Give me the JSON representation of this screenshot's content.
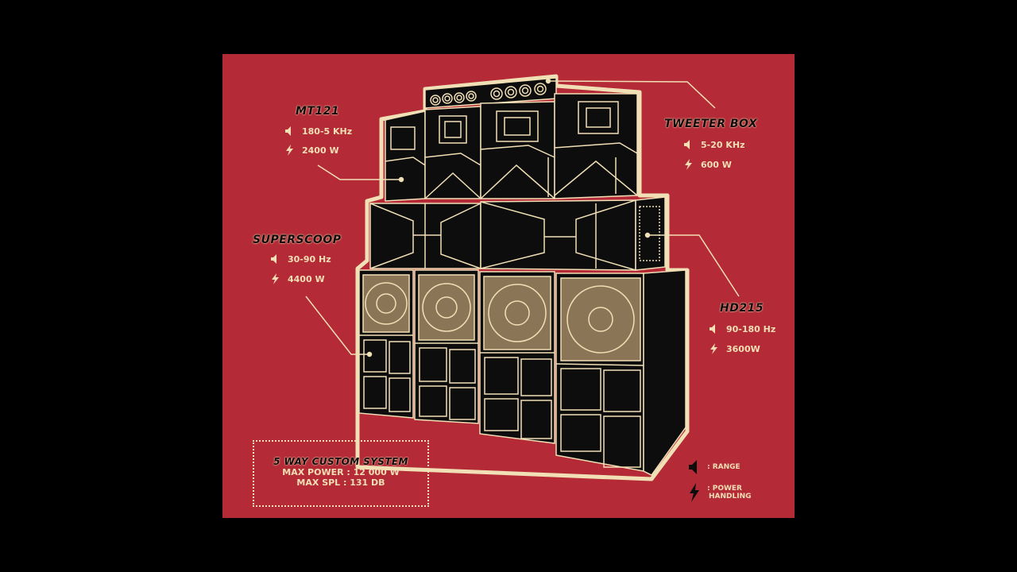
{
  "palette": {
    "background": "#000000",
    "poster": "#b42a37",
    "ink": "#0d0d0d",
    "cream": "#f1dfb5"
  },
  "icons": {
    "range": "speaker-icon",
    "power": "lightning-icon"
  },
  "speakers": {
    "mt121": {
      "title": "MT121",
      "range": "180-5 KHz",
      "power": "2400 W"
    },
    "tweeter": {
      "title": "TWEETER BOX",
      "range": "5-20 KHz",
      "power": "600 W"
    },
    "superscoop": {
      "title": "SUPERSCOOP",
      "range": "30-90 Hz",
      "power": "4400 W"
    },
    "hd215": {
      "title": "HD215",
      "range": "90-180 Hz",
      "power": "3600W"
    }
  },
  "system": {
    "title": "5 WAY CUSTOM SYSTEM",
    "max_power": "MAX POWER : 12 000 W",
    "max_spl": "MAX SPL : 131 DB"
  },
  "legend": {
    "range": ": RANGE",
    "power_line1": ": POWER",
    "power_line2": "HANDLING"
  }
}
